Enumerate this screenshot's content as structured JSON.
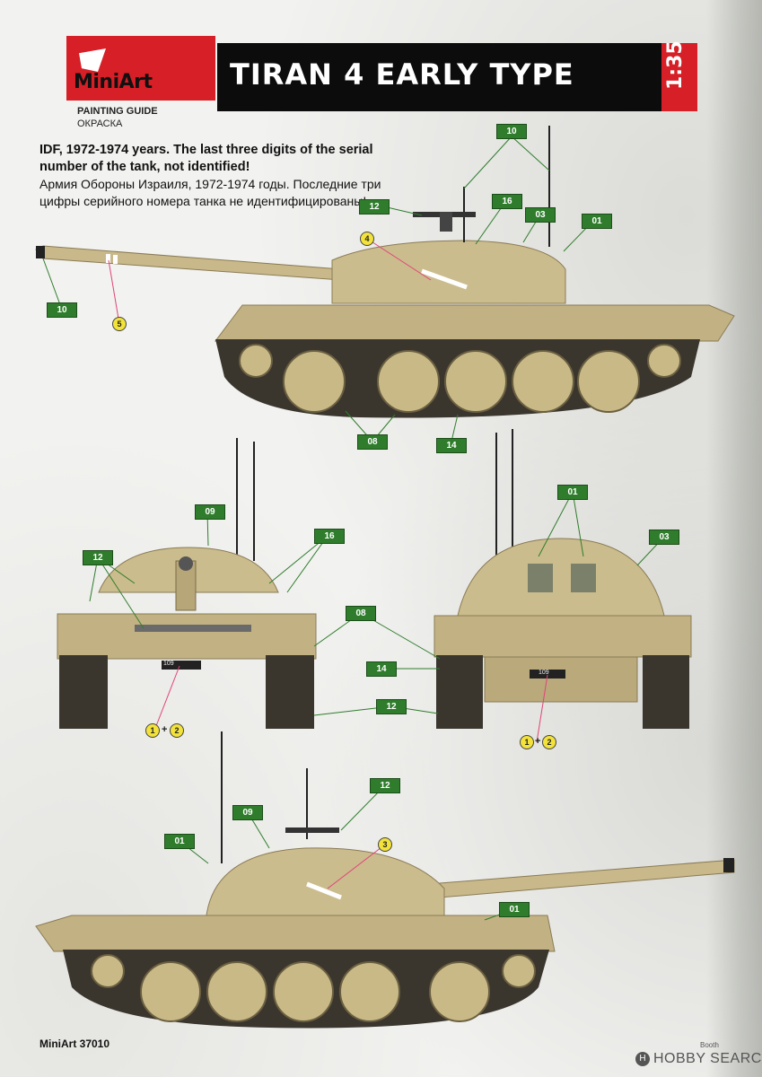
{
  "brand": {
    "logo_text": "MiniArt",
    "brand_color": "#d61f26"
  },
  "header": {
    "title": "TIRAN 4 EARLY TYPE",
    "scale": "1:35"
  },
  "guide": {
    "label_en": "PAINTING GUIDE",
    "label_ru": "ОКРАСКА"
  },
  "description": {
    "en": "IDF, 1972-1974 years. The last three digits of the serial number of the tank, not identified!",
    "ru": "Армия Обороны Израиля, 1972-1974 годы. Последние три цифры серийного номера танка не идентифицированы!"
  },
  "callouts": {
    "side_left": [
      "10",
      "12",
      "16",
      "03",
      "01",
      "10",
      "08",
      "14"
    ],
    "front": [
      "09",
      "12",
      "16",
      "08",
      "14",
      "12"
    ],
    "rear": [
      "01",
      "03"
    ],
    "side_right": [
      "12",
      "09",
      "01",
      "01"
    ]
  },
  "paint_markers": {
    "side_left": [
      "4",
      "5"
    ],
    "front": [
      "1",
      "2"
    ],
    "rear": [
      "1",
      "2"
    ],
    "side_right": [
      "3"
    ]
  },
  "plus": "+",
  "plates": {
    "front": "109",
    "rear": "109"
  },
  "footer": {
    "code": "MiniArt 37010"
  },
  "watermark": {
    "booth": "Booth",
    "text": "HOBBY SEARCH",
    "icon": "H"
  },
  "colors": {
    "hull_sand": "#c9b98a",
    "track_dark": "#3a362e",
    "callout_green": "#2f7d2c",
    "marker_yellow": "#f2e23a",
    "leader_pink": "#e0447a"
  }
}
